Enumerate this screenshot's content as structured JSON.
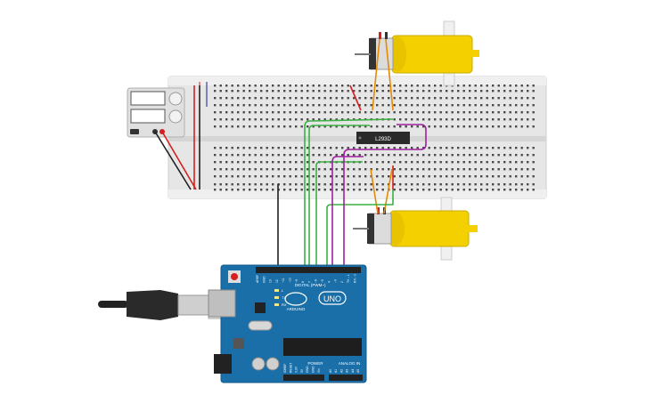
{
  "components": {
    "breadboard": {
      "name": "breadboard"
    },
    "power_supply": {
      "name": "power-supply"
    },
    "motor_top": {
      "name": "dc-motor-top"
    },
    "motor_bottom": {
      "name": "dc-motor-bottom"
    },
    "driver_chip": {
      "label": "L293D"
    },
    "arduino": {
      "brand": "ARDUINO",
      "model": "UNO",
      "digital_header_label": "DIGITAL (PWM~)",
      "power_header_label": "POWER",
      "analog_header_label": "ANALOG IN",
      "digital_pin_labels": [
        "AREF",
        "GND",
        "13",
        "12",
        "~11",
        "~10",
        "~9",
        "8",
        "7",
        "~6",
        "~5",
        "4",
        "~3",
        "2",
        "TX→1",
        "RX←0"
      ],
      "power_pin_labels": [
        "IOREF",
        "RESET",
        "3.3V",
        "5V",
        "GND",
        "GND",
        "Vin"
      ],
      "analog_pin_labels": [
        "A0",
        "A1",
        "A2",
        "A3",
        "A4",
        "A5"
      ],
      "led_labels": [
        "L",
        "TX",
        "RX"
      ]
    },
    "usb_cable": {
      "name": "usb-cable"
    }
  },
  "colors": {
    "board_blue": "#1a6fa8",
    "breadboard": "#e8e8e8",
    "motor_yellow": "#f5d000",
    "wire_green": "#3cb043",
    "wire_orange": "#e58b00",
    "wire_purple": "#a020a0",
    "wire_red": "#d62020",
    "wire_black": "#202020"
  }
}
